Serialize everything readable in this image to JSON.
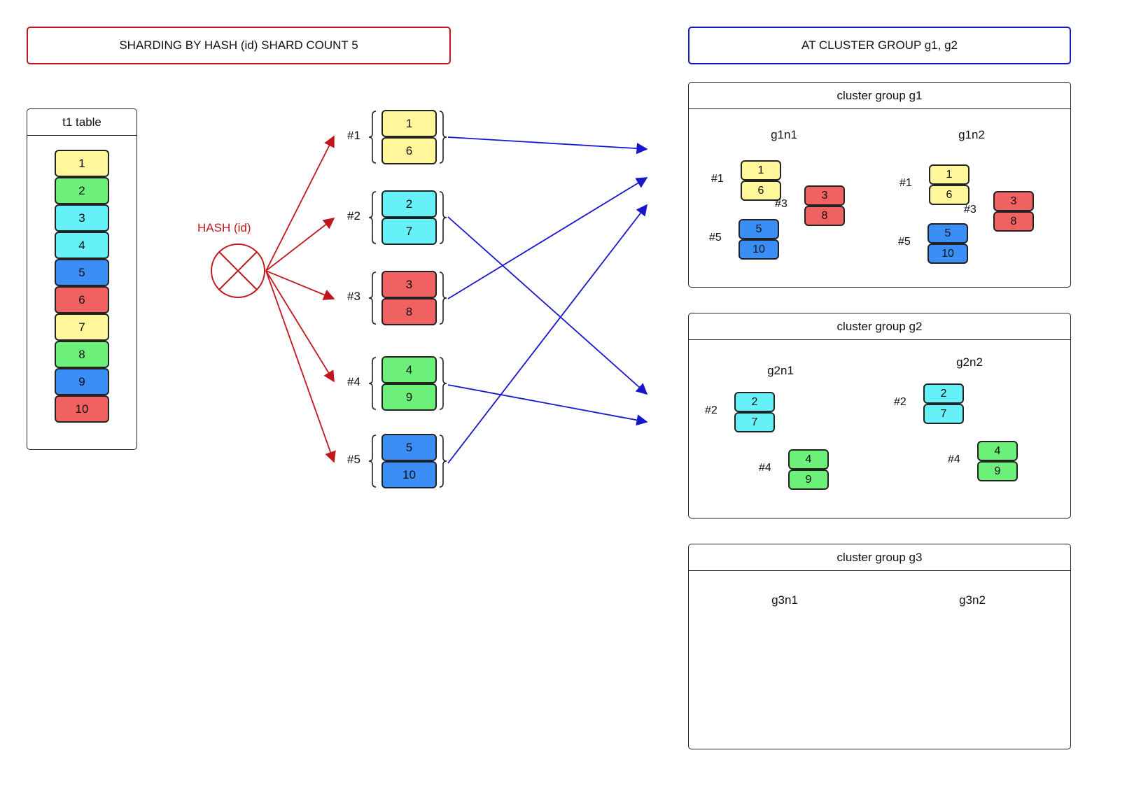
{
  "colors": {
    "yellow": "#fff799",
    "green": "#6cf07a",
    "cyan": "#66f0f7",
    "blue": "#3a8ef5",
    "red": "#f06262",
    "hash_red": "#c0171c",
    "route_blue": "#1616cc"
  },
  "header_sharding": "SHARDING BY HASH (id) SHARD COUNT 5",
  "header_cluster": "AT CLUSTER GROUP g1, g2",
  "table": {
    "title": "t1 table",
    "rows": [
      {
        "v": "1",
        "c": "yellow"
      },
      {
        "v": "2",
        "c": "green"
      },
      {
        "v": "3",
        "c": "cyan"
      },
      {
        "v": "4",
        "c": "cyan"
      },
      {
        "v": "5",
        "c": "blue"
      },
      {
        "v": "6",
        "c": "red"
      },
      {
        "v": "7",
        "c": "yellow"
      },
      {
        "v": "8",
        "c": "green"
      },
      {
        "v": "9",
        "c": "blue"
      },
      {
        "v": "10",
        "c": "red"
      }
    ]
  },
  "hash_label": "HASH (id)",
  "shards": [
    {
      "label": "#1",
      "values": [
        "1",
        "6"
      ],
      "c": "yellow"
    },
    {
      "label": "#2",
      "values": [
        "2",
        "7"
      ],
      "c": "cyan"
    },
    {
      "label": "#3",
      "values": [
        "3",
        "8"
      ],
      "c": "red"
    },
    {
      "label": "#4",
      "values": [
        "4",
        "9"
      ],
      "c": "green"
    },
    {
      "label": "#5",
      "values": [
        "5",
        "10"
      ],
      "c": "blue"
    }
  ],
  "groups": [
    {
      "title": "cluster group g1",
      "nodes": [
        {
          "name": "g1n1",
          "shards": [
            {
              "label": "#1",
              "values": [
                "1",
                "6"
              ],
              "c": "yellow"
            },
            {
              "label": "#3",
              "values": [
                "3",
                "8"
              ],
              "c": "red"
            },
            {
              "label": "#5",
              "values": [
                "5",
                "10"
              ],
              "c": "blue"
            }
          ]
        },
        {
          "name": "g1n2",
          "shards": [
            {
              "label": "#1",
              "values": [
                "1",
                "6"
              ],
              "c": "yellow"
            },
            {
              "label": "#3",
              "values": [
                "3",
                "8"
              ],
              "c": "red"
            },
            {
              "label": "#5",
              "values": [
                "5",
                "10"
              ],
              "c": "blue"
            }
          ]
        }
      ]
    },
    {
      "title": "cluster group g2",
      "nodes": [
        {
          "name": "g2n1",
          "shards": [
            {
              "label": "#2",
              "values": [
                "2",
                "7"
              ],
              "c": "cyan"
            },
            {
              "label": "#4",
              "values": [
                "4",
                "9"
              ],
              "c": "green"
            }
          ]
        },
        {
          "name": "g2n2",
          "shards": [
            {
              "label": "#2",
              "values": [
                "2",
                "7"
              ],
              "c": "cyan"
            },
            {
              "label": "#4",
              "values": [
                "4",
                "9"
              ],
              "c": "green"
            }
          ]
        }
      ]
    },
    {
      "title": "cluster group g3",
      "nodes": [
        {
          "name": "g3n1",
          "shards": []
        },
        {
          "name": "g3n2",
          "shards": []
        }
      ]
    }
  ]
}
